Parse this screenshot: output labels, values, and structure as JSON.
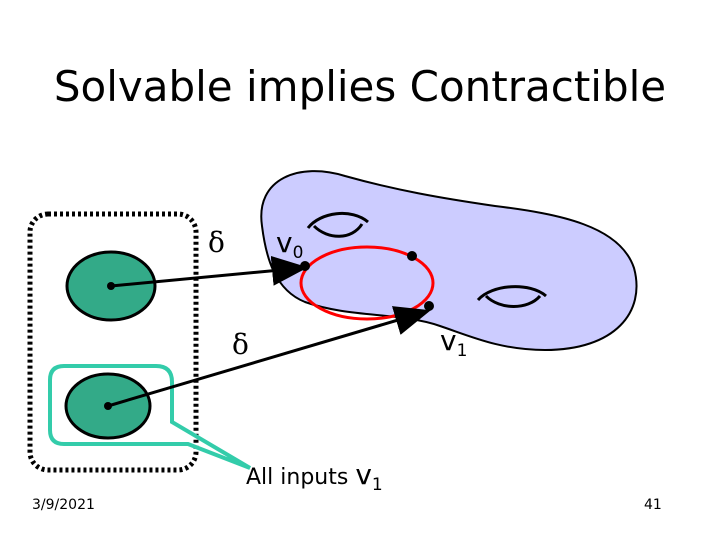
{
  "slide": {
    "title": "Solvable implies Contractible",
    "date": "3/9/2021",
    "page_number": "41"
  },
  "diagram": {
    "delta_top": "δ",
    "delta_bottom": "δ",
    "v0_letter": "v",
    "v0_sub": "0",
    "v1_letter": "v",
    "v1_sub": "1",
    "caption_text": "All inputs ",
    "caption_v": "v",
    "caption_sub": "1"
  },
  "colors": {
    "surface_fill": "#ccccff",
    "process_fill": "#33aa88",
    "callout_stroke": "#33ccaa",
    "loop_stroke": "#ff0000"
  }
}
